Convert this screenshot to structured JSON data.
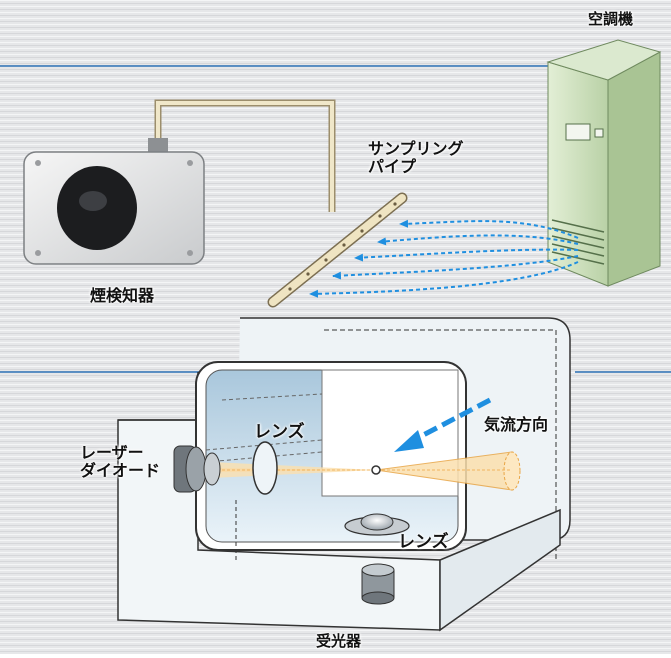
{
  "labels": {
    "aircon": "空調機",
    "sampling_pipe": [
      "サンプリング",
      "パイプ"
    ],
    "smoke_detector": "煙検知器",
    "lens_upper": "レンズ",
    "airflow_direction": "気流方向",
    "laser_diode": [
      "レーザー",
      "ダイオード"
    ],
    "lens_lower": "レンズ",
    "receiver": "受光器"
  },
  "colors": {
    "section_line": "#2a6fb3",
    "airflow_arrow": "#1f8fe0",
    "laser_beam": "#f5c07a",
    "aircon_body": "#cfe3c0",
    "chamber_glass": "#dcebf5"
  },
  "icons": {
    "detector": "smoke-detector-icon",
    "aircon": "air-conditioner-icon",
    "pipe": "sampling-pipe-icon"
  }
}
